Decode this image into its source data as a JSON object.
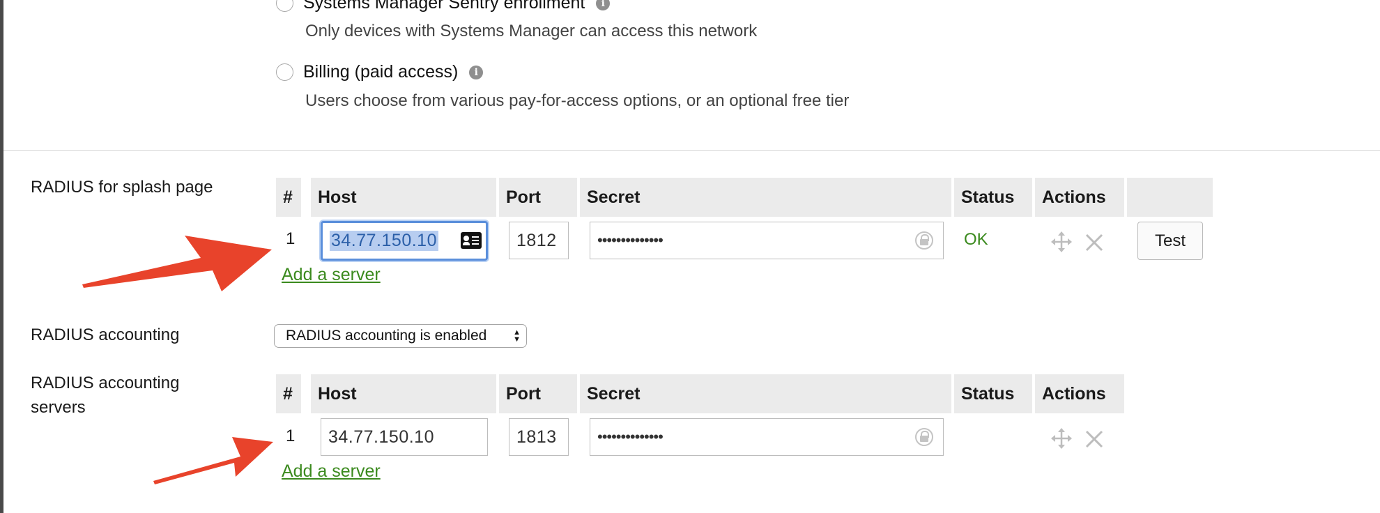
{
  "splash_options": {
    "sentry": {
      "label": "Systems Manager Sentry enrollment",
      "description": "Only devices with Systems Manager can access this network"
    },
    "billing": {
      "label": "Billing (paid access)",
      "description": "Users choose from various pay-for-access options, or an optional free tier"
    },
    "info_glyph": "i"
  },
  "radius_splash": {
    "section_label": "RADIUS for splash page",
    "headers": {
      "num": "#",
      "host": "Host",
      "port": "Port",
      "secret": "Secret",
      "status": "Status",
      "actions": "Actions"
    },
    "rows": [
      {
        "num": "1",
        "host": "34.77.150.10",
        "port": "1812",
        "secret": "••••••••••••••",
        "status": "OK"
      }
    ],
    "test_label": "Test",
    "add_server_label": "Add a server"
  },
  "radius_accounting": {
    "section_label": "RADIUS accounting",
    "select_value": "RADIUS accounting is enabled"
  },
  "radius_accounting_servers": {
    "section_label": "RADIUS accounting servers",
    "headers": {
      "num": "#",
      "host": "Host",
      "port": "Port",
      "secret": "Secret",
      "status": "Status",
      "actions": "Actions"
    },
    "rows": [
      {
        "num": "1",
        "host": "34.77.150.10",
        "port": "1813",
        "secret": "••••••••••••••",
        "status": ""
      }
    ],
    "add_server_label": "Add a server"
  },
  "colors": {
    "link_green": "#3b8a1e",
    "ok_green": "#3b8a1e",
    "annotation_arrow": "#e8432b",
    "header_bg": "#ebebeb",
    "focus_blue": "#5b8fdb"
  },
  "icons": [
    "info-icon",
    "vcard-icon",
    "lock-icon",
    "move-icon",
    "close-icon",
    "chevron-updown-icon",
    "arrow-annotation"
  ]
}
